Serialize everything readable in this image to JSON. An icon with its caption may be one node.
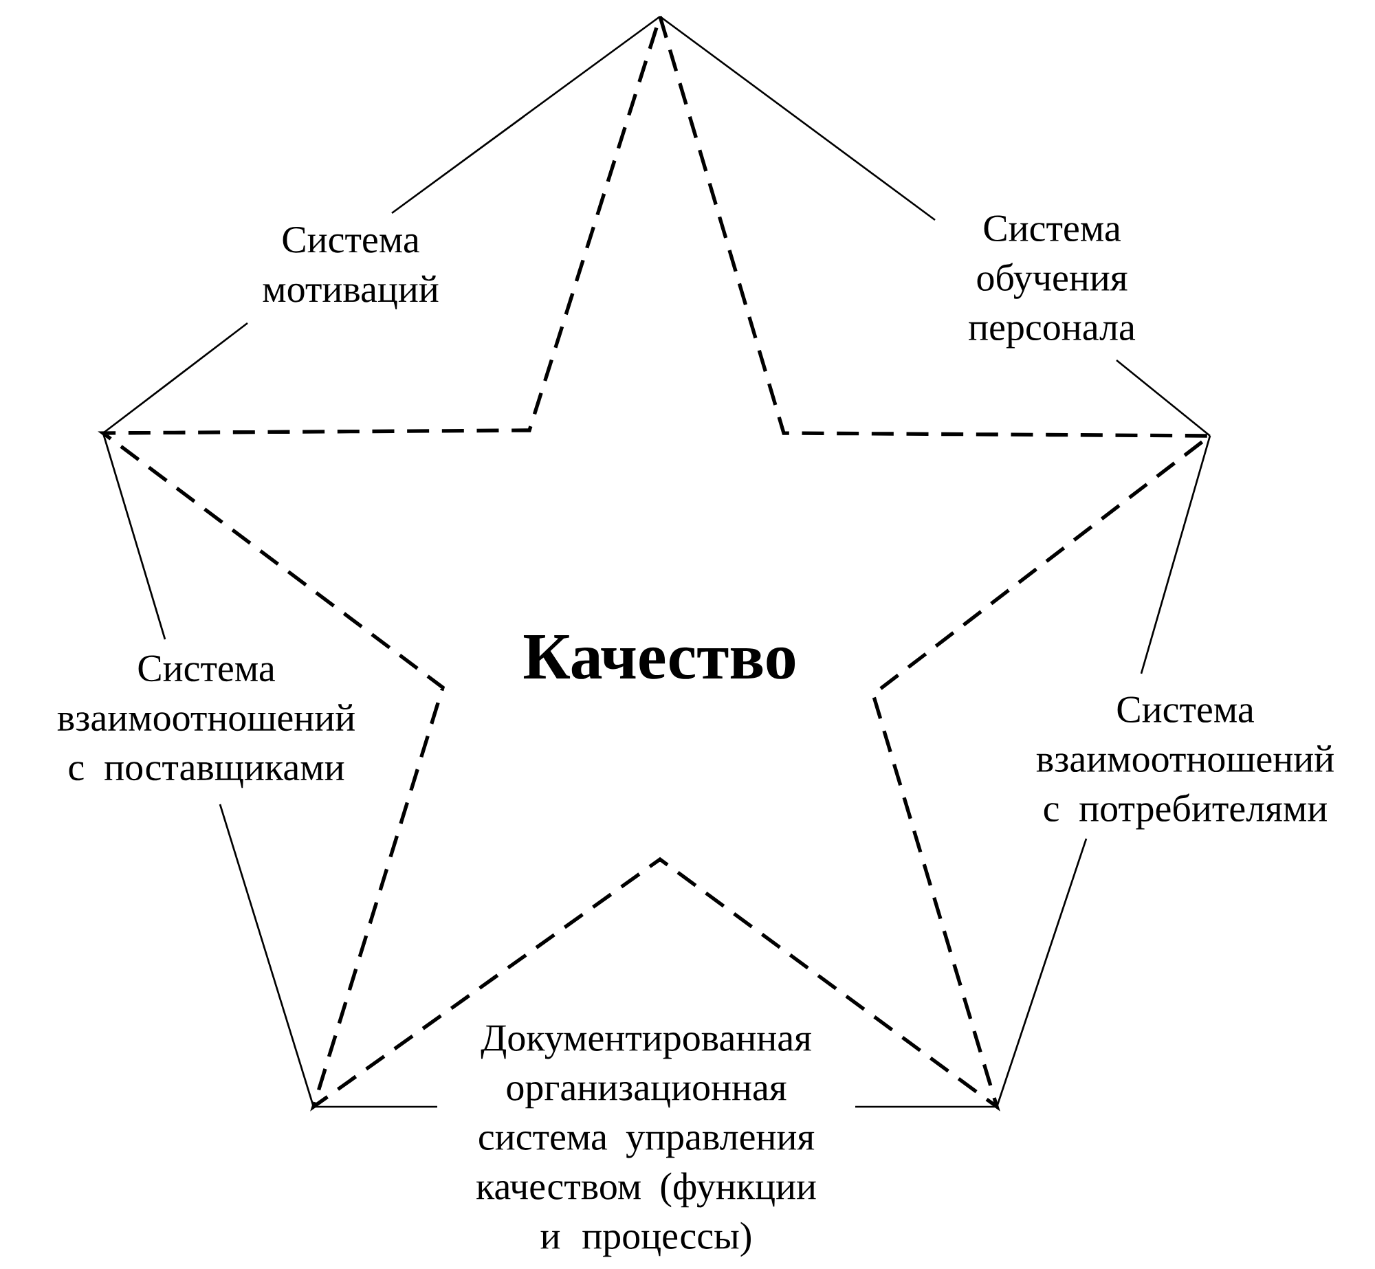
{
  "diagram": {
    "nodes": [
      {
        "text": [
          "Качество"
        ]
      }
    ],
    "labels": [
      "Система мотиваций",
      "Система обучения персонала",
      "Система взаимоотношений с поставщиками",
      "Система взаимоотношений с потребителями",
      "Документированная организационная система управления качеством (функции и процессы)"
    ]
  }
}
